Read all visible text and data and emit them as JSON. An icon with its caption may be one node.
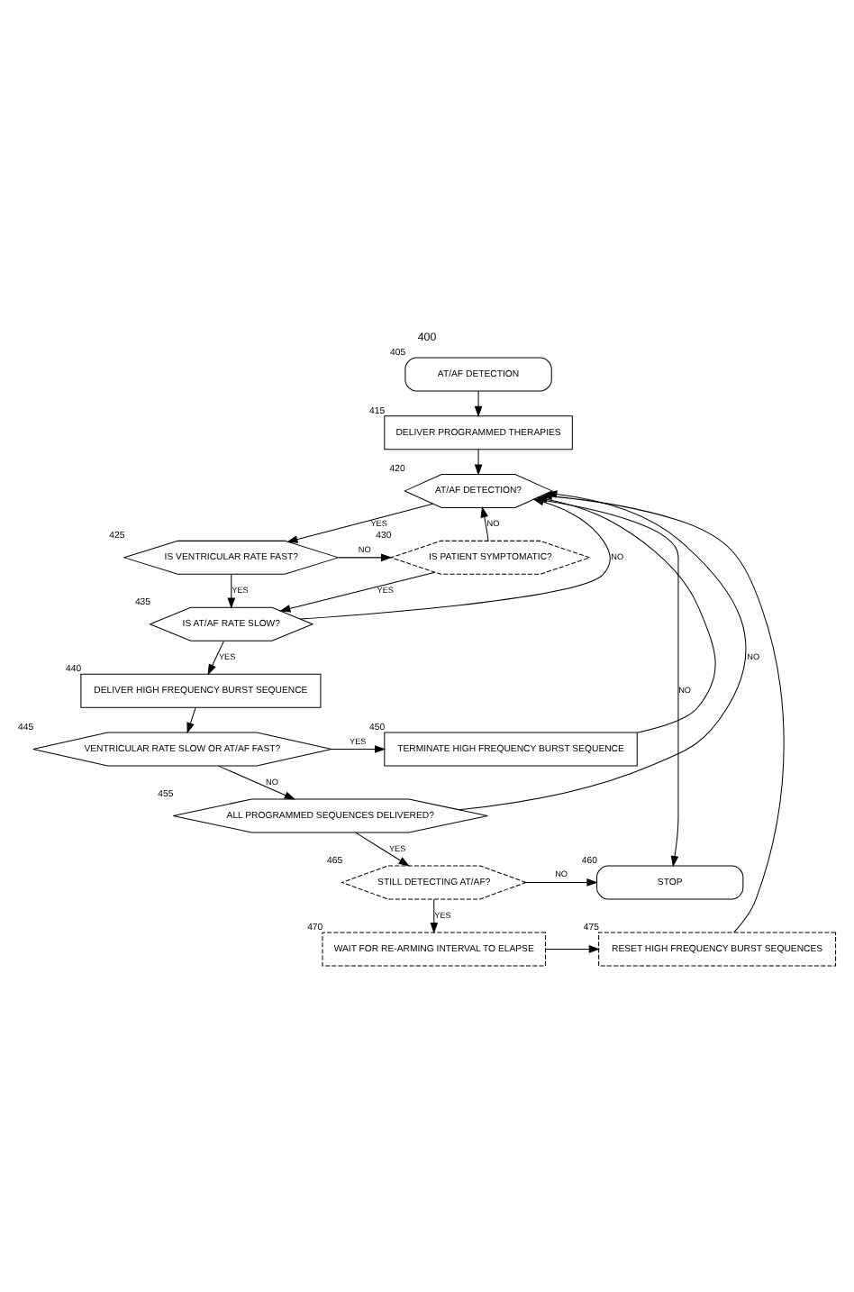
{
  "diagram": {
    "title": "400",
    "nodes": [
      {
        "text": [
          "AT/AF DETECTION"
        ],
        "beside": [
          "405"
        ]
      },
      {
        "text": [
          "DELIVER PROGRAMMED THERAPIES"
        ],
        "beside": [
          "415"
        ]
      },
      {
        "text": [
          "AT/AF DETECTION?"
        ],
        "beside": [
          "420"
        ]
      },
      {
        "text": [
          "IS VENTRICULAR RATE FAST?"
        ],
        "beside": [
          "425"
        ]
      },
      {
        "text": [
          "IS PATIENT SYMPTOMATIC?"
        ],
        "beside": [
          "430"
        ]
      },
      {
        "text": [
          "IS AT/AF RATE SLOW?"
        ],
        "beside": [
          "435"
        ]
      },
      {
        "text": [
          "DELIVER HIGH FREQUENCY BURST SEQUENCE"
        ],
        "beside": [
          "440"
        ]
      },
      {
        "text": [
          "VENTRICULAR RATE SLOW OR AT/AF FAST?"
        ],
        "beside": [
          "445"
        ]
      },
      {
        "text": [
          "TERMINATE HIGH FREQUENCY BURST SEQUENCE"
        ],
        "beside": [
          "450"
        ]
      },
      {
        "text": [
          "ALL PROGRAMMED SEQUENCES DELIVERED?"
        ],
        "beside": [
          "455"
        ]
      },
      {
        "text": [
          "STILL DETECTING AT/AF?"
        ],
        "beside": [
          "465"
        ]
      },
      {
        "text": [
          "STOP"
        ],
        "beside": [
          "460"
        ]
      },
      {
        "text": [
          "WAIT FOR RE-ARMING INTERVAL TO ELAPSE"
        ],
        "beside": [
          "470"
        ]
      },
      {
        "text": [
          "RESET HIGH FREQUENCY BURST SEQUENCES"
        ],
        "beside": [
          "475"
        ]
      }
    ],
    "edges": [
      {
        "from": 0,
        "to": 1,
        "arrow": "to"
      },
      {
        "from": 1,
        "to": 2,
        "arrow": "to"
      },
      {
        "from": 2,
        "to": 3,
        "arrow": "to",
        "label": "YES"
      },
      {
        "from": 2,
        "to": 11,
        "arrow": "to",
        "label": "NO"
      },
      {
        "from": 3,
        "to": 4,
        "arrow": "to",
        "label": "NO"
      },
      {
        "from": 3,
        "to": 5,
        "arrow": "to",
        "label": "YES"
      },
      {
        "from": 4,
        "to": 2,
        "arrow": "to",
        "label": "NO"
      },
      {
        "from": 4,
        "to": 5,
        "arrow": "to",
        "label": "YES"
      },
      {
        "from": 5,
        "to": 2,
        "arrow": "to",
        "label": "NO"
      },
      {
        "from": 5,
        "to": 6,
        "arrow": "to",
        "label": "YES"
      },
      {
        "from": 6,
        "to": 7,
        "arrow": "to"
      },
      {
        "from": 7,
        "to": 8,
        "arrow": "to",
        "label": "YES"
      },
      {
        "from": 7,
        "to": 9,
        "arrow": "to",
        "label": "NO"
      },
      {
        "from": 8,
        "to": 2,
        "arrow": "to"
      },
      {
        "from": 9,
        "to": 2,
        "arrow": "to",
        "label": "NO"
      },
      {
        "from": 9,
        "to": 10,
        "arrow": "to",
        "label": "YES"
      },
      {
        "from": 10,
        "to": 11,
        "arrow": "to",
        "label": "NO"
      },
      {
        "from": 10,
        "to": 12,
        "arrow": "to",
        "label": "YES"
      },
      {
        "from": 12,
        "to": 13,
        "arrow": "to"
      },
      {
        "from": 13,
        "to": 2,
        "arrow": "to"
      }
    ]
  }
}
